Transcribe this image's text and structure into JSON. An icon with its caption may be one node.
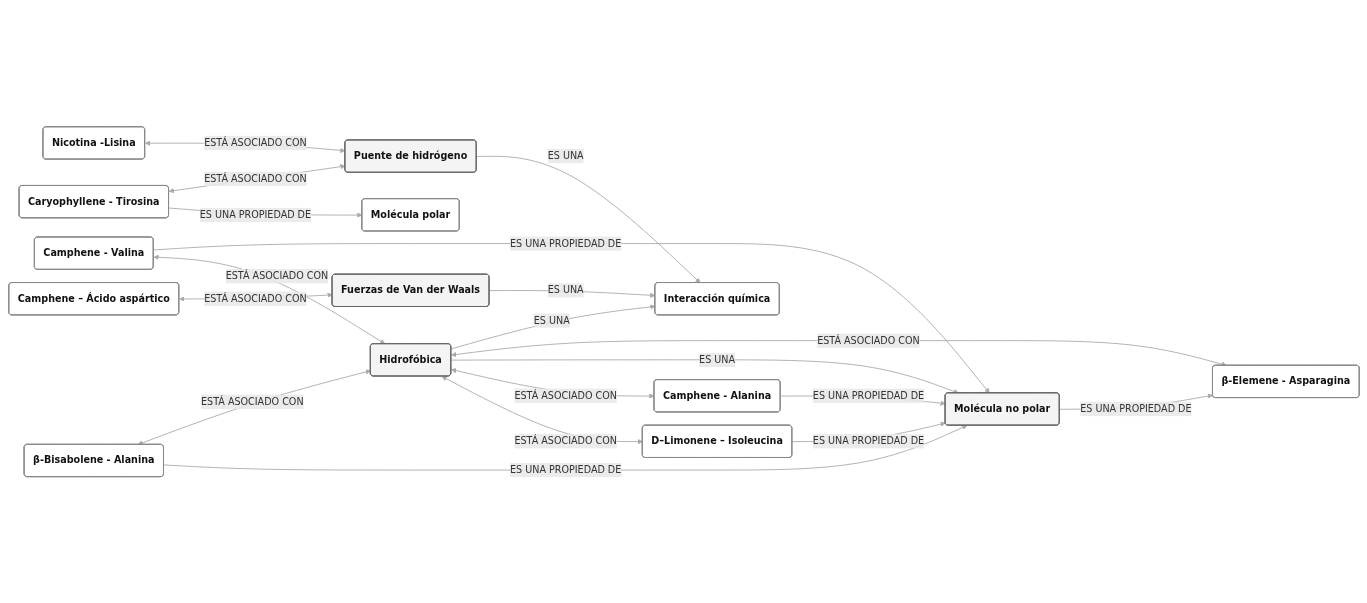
{
  "diagram": {
    "nodes": [
      {
        "text": [
          "D–Limonene – Isoleucina"
        ]
      },
      {
        "text": [
          "Camphene - Alanina"
        ]
      },
      {
        "text": [
          "Molécula no polar"
        ]
      },
      {
        "text": [
          "β-Bisabolene - Alanina"
        ]
      },
      {
        "text": [
          "β-Elemene - Asparagina"
        ]
      },
      {
        "text": [
          "Hidrofóbica"
        ]
      },
      {
        "text": [
          "Camphene - Valina"
        ]
      },
      {
        "text": [
          "Camphene – Ácido aspártico"
        ]
      },
      {
        "text": [
          "Fuerzas de Van der Waals"
        ]
      },
      {
        "text": [
          "Interacción química"
        ]
      },
      {
        "text": [
          "Caryophyllene - Tirosina"
        ]
      },
      {
        "text": [
          "Molécula polar"
        ]
      },
      {
        "text": [
          "Nicotina -Lisina"
        ]
      },
      {
        "text": [
          "Puente de hidrógeno"
        ]
      }
    ],
    "edges": [
      {
        "from": 0,
        "to": 2,
        "arrow": "to",
        "label": "ES UNA PROPIEDAD DE"
      },
      {
        "from": 5,
        "to": 0,
        "arrow": "both",
        "label": "ESTÁ ASOCIADO CON"
      },
      {
        "from": 1,
        "to": 2,
        "arrow": "to",
        "label": "ES UNA PROPIEDAD DE"
      },
      {
        "from": 5,
        "to": 1,
        "arrow": "both",
        "label": "ESTÁ ASOCIADO CON"
      },
      {
        "from": 3,
        "to": 2,
        "arrow": "to",
        "label": "ES UNA PROPIEDAD DE"
      },
      {
        "from": 2,
        "to": 4,
        "arrow": "to",
        "label": "ES UNA PROPIEDAD DE"
      },
      {
        "from": 3,
        "to": 5,
        "arrow": "both",
        "label": "ESTÁ ASOCIADO CON"
      },
      {
        "from": 5,
        "to": 2,
        "arrow": "to",
        "label": "ES UNA"
      },
      {
        "from": 5,
        "to": 4,
        "arrow": "both",
        "label": "ESTÁ ASOCIADO CON"
      },
      {
        "from": 5,
        "to": 9,
        "arrow": "to",
        "label": "ES UNA"
      },
      {
        "from": 6,
        "to": 5,
        "arrow": "both",
        "label": "ESTÁ ASOCIADO CON"
      },
      {
        "from": 6,
        "to": 2,
        "arrow": "to",
        "label": "ES UNA PROPIEDAD DE"
      },
      {
        "from": 7,
        "to": 8,
        "arrow": "both",
        "label": "ESTÁ ASOCIADO CON"
      },
      {
        "from": 8,
        "to": 9,
        "arrow": "to",
        "label": "ES UNA"
      },
      {
        "from": 10,
        "to": 11,
        "arrow": "to",
        "label": "ES UNA PROPIEDAD DE"
      },
      {
        "from": 10,
        "to": 13,
        "arrow": "both",
        "label": "ESTÁ ASOCIADO CON"
      },
      {
        "from": 12,
        "to": 13,
        "arrow": "both",
        "label": "ESTÁ ASOCIADO CON"
      },
      {
        "from": 13,
        "to": 9,
        "arrow": "to",
        "label": "ES UNA"
      }
    ]
  }
}
